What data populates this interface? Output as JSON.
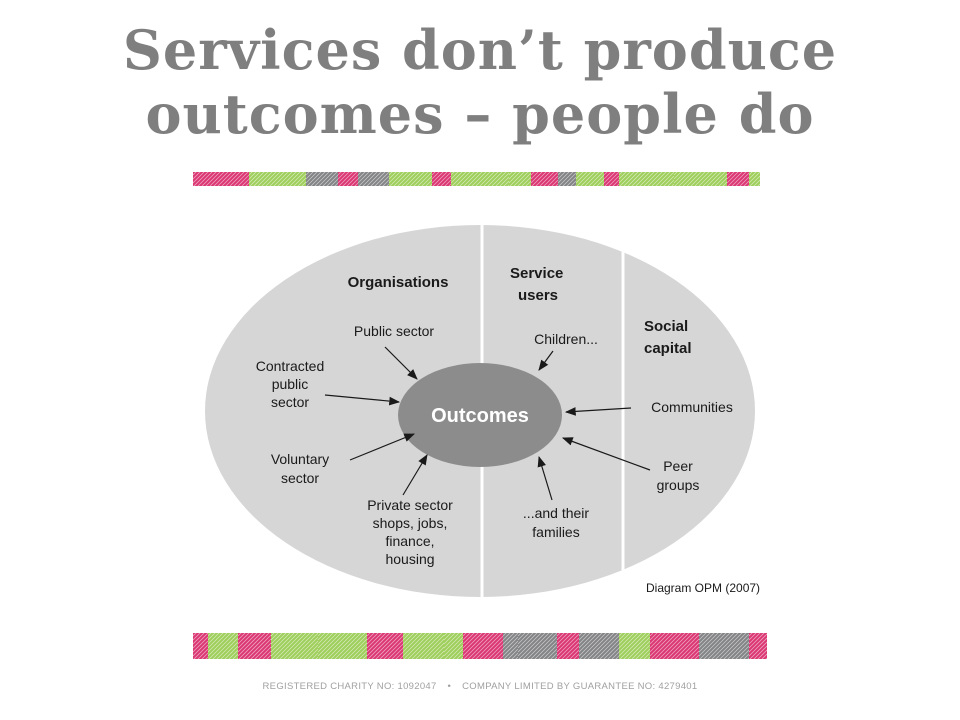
{
  "title": {
    "line1": "Services don’t produce",
    "line2": "outcomes – people do"
  },
  "colors": {
    "title": "#7f7f7f",
    "band_green": "#8dc63f",
    "band_pink": "#d4145a",
    "band_gray": "#6d6e71",
    "ellipse_fill": "#d6d6d6",
    "center_fill": "#8c8c8c",
    "divider": "#ffffff",
    "label_text": "#1a1a1a"
  },
  "diagram": {
    "sections": {
      "organisations": "Organisations",
      "service_users_line1": "Service",
      "service_users_line2": "users",
      "social_capital_line1": "Social",
      "social_capital_line2": "capital"
    },
    "center_label": "Outcomes",
    "organisations_inputs": {
      "public_sector": "Public sector",
      "contracted_line1": "Contracted",
      "contracted_line2": "public",
      "contracted_line3": "sector",
      "voluntary_line1": "Voluntary",
      "voluntary_line2": "sector",
      "private_line1": "Private sector",
      "private_line2": "shops, jobs,",
      "private_line3": "finance,",
      "private_line4": "housing"
    },
    "service_users_inputs": {
      "children": "Children...",
      "families_line1": "...and their",
      "families_line2": "families"
    },
    "social_capital_inputs": {
      "communities": "Communities",
      "peer_line1": "Peer",
      "peer_line2": "groups"
    },
    "source": "Diagram OPM (2007)"
  },
  "footer": {
    "charity": "REGISTERED CHARITY NO: 1092047",
    "separator": "•",
    "company": "COMPANY LIMITED BY GUARANTEE NO: 4279401"
  }
}
